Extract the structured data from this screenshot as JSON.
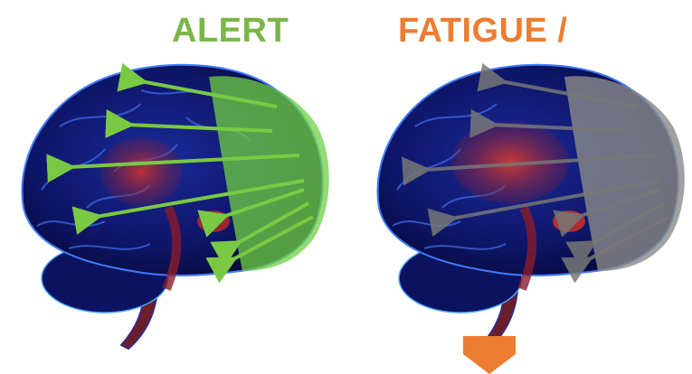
{
  "labels": {
    "alert": "ALERT",
    "fatigue": "FATIGUE /"
  },
  "colors": {
    "alert": "#7ab648",
    "fatigue": "#ed7d31",
    "alert_overlay": "#6fcf43",
    "fatigue_overlay": "#8a8a8a",
    "brain_body": "#101a6e",
    "brain_glow": "#2f55c8",
    "limbic": "#b02a2a",
    "pointer": "#ed7d31"
  },
  "icons": {
    "left_brain": "brain-illustration",
    "right_brain": "brain-illustration",
    "pointer": "down-arrow-icon"
  }
}
